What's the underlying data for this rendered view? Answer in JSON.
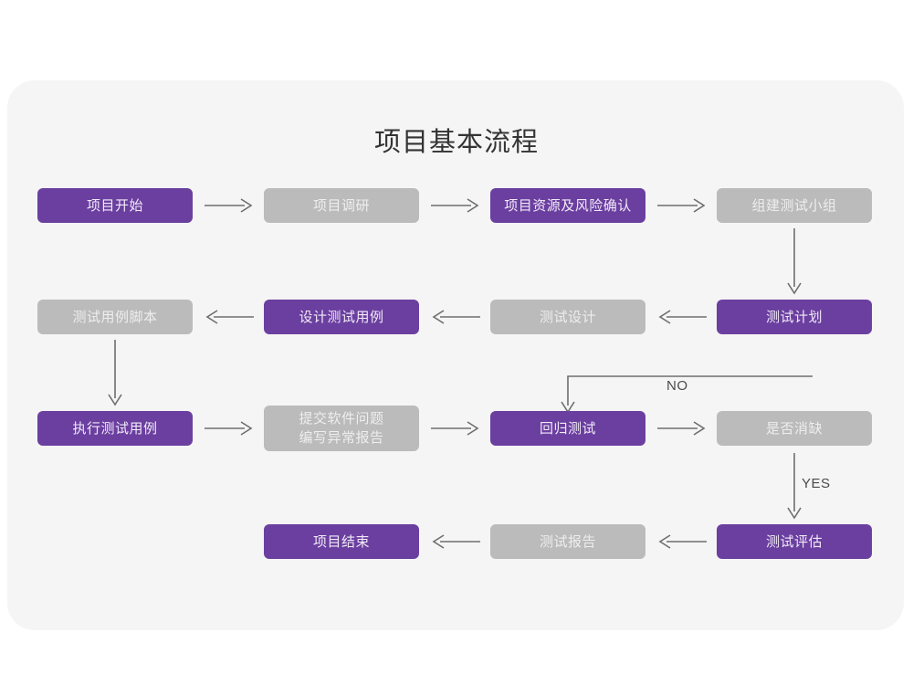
{
  "page": {
    "title": "项目基本流程",
    "background": "#ffffff",
    "panel_color": "#f5f5f5",
    "accent_purple": "#6b3fa0",
    "muted_gray": "#bbbbbb",
    "connector_color": "#6e6e6e"
  },
  "chart_data": {
    "type": "diagram",
    "title": "项目基本流程",
    "nodes": [
      {
        "id": "n1",
        "label": "项目开始",
        "style": "purple",
        "row": 1,
        "col": 1
      },
      {
        "id": "n2",
        "label": "项目调研",
        "style": "gray",
        "row": 1,
        "col": 2
      },
      {
        "id": "n3",
        "label": "项目资源及风险确认",
        "style": "purple",
        "row": 1,
        "col": 3
      },
      {
        "id": "n4",
        "label": "组建测试小组",
        "style": "gray",
        "row": 1,
        "col": 4
      },
      {
        "id": "n5",
        "label": "测试用例脚本",
        "style": "gray",
        "row": 2,
        "col": 1
      },
      {
        "id": "n6",
        "label": "设计测试用例",
        "style": "purple",
        "row": 2,
        "col": 2
      },
      {
        "id": "n7",
        "label": "测试设计",
        "style": "gray",
        "row": 2,
        "col": 3
      },
      {
        "id": "n8",
        "label": "测试计划",
        "style": "purple",
        "row": 2,
        "col": 4
      },
      {
        "id": "n9",
        "label": "执行测试用例",
        "style": "purple",
        "row": 3,
        "col": 1
      },
      {
        "id": "n10",
        "label": "提交软件问题\n编写异常报告",
        "style": "gray",
        "row": 3,
        "col": 2
      },
      {
        "id": "n11",
        "label": "回归测试",
        "style": "purple",
        "row": 3,
        "col": 3
      },
      {
        "id": "n12",
        "label": "是否消缺",
        "style": "gray",
        "row": 3,
        "col": 4
      },
      {
        "id": "n13",
        "label": "项目结束",
        "style": "purple",
        "row": 4,
        "col": 2
      },
      {
        "id": "n14",
        "label": "测试报告",
        "style": "gray",
        "row": 4,
        "col": 3
      },
      {
        "id": "n15",
        "label": "测试评估",
        "style": "purple",
        "row": 4,
        "col": 4
      }
    ],
    "edges": [
      {
        "from": "n1",
        "to": "n2",
        "dir": "right",
        "label": ""
      },
      {
        "from": "n2",
        "to": "n3",
        "dir": "right",
        "label": ""
      },
      {
        "from": "n3",
        "to": "n4",
        "dir": "right",
        "label": ""
      },
      {
        "from": "n4",
        "to": "n8",
        "dir": "down",
        "label": ""
      },
      {
        "from": "n8",
        "to": "n7",
        "dir": "left",
        "label": ""
      },
      {
        "from": "n7",
        "to": "n6",
        "dir": "left",
        "label": ""
      },
      {
        "from": "n6",
        "to": "n5",
        "dir": "left",
        "label": ""
      },
      {
        "from": "n5",
        "to": "n9",
        "dir": "down",
        "label": ""
      },
      {
        "from": "n9",
        "to": "n10",
        "dir": "right",
        "label": ""
      },
      {
        "from": "n10",
        "to": "n11",
        "dir": "right",
        "label": ""
      },
      {
        "from": "n11",
        "to": "n12",
        "dir": "right",
        "label": ""
      },
      {
        "from": "n12",
        "to": "n11",
        "dir": "loop-up-left",
        "label": "NO"
      },
      {
        "from": "n12",
        "to": "n15",
        "dir": "down",
        "label": "YES"
      },
      {
        "from": "n15",
        "to": "n14",
        "dir": "left",
        "label": ""
      },
      {
        "from": "n14",
        "to": "n13",
        "dir": "left",
        "label": ""
      }
    ],
    "labels": {
      "no": "NO",
      "yes": "YES"
    }
  }
}
